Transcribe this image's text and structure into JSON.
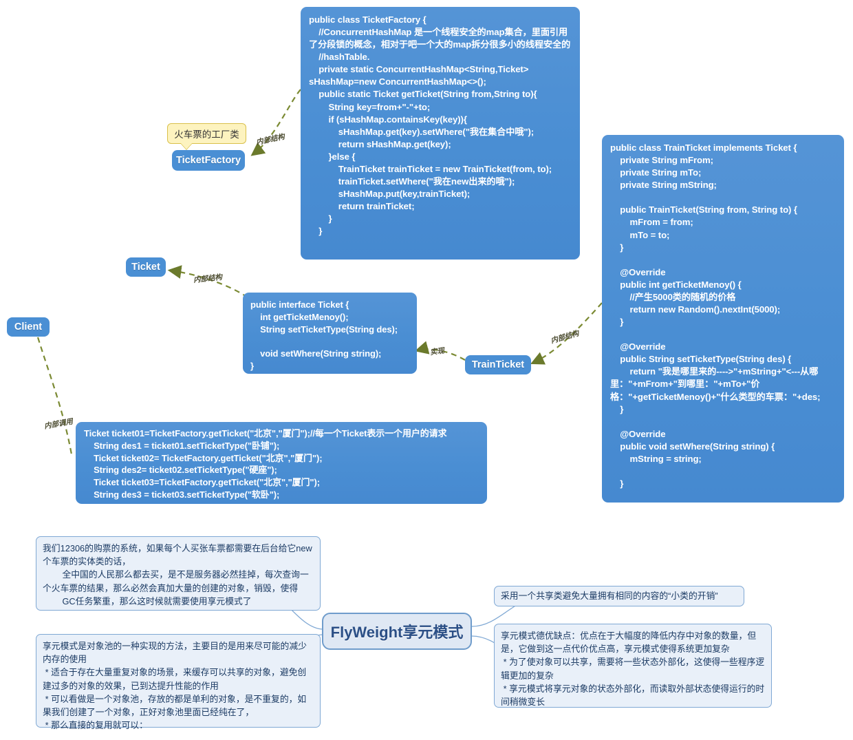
{
  "diagram": {
    "title": "FlyWeight享元模式",
    "colors": {
      "code_panel": "#4a8fd4",
      "node_pill": "#4a8fd4",
      "callout": "#fdf3bf",
      "callout_border": "#d9c04a",
      "note_bg": "#e9f0f9",
      "note_border": "#7fa8d4",
      "edge_line": "#7b8a33",
      "mind_line": "#7fa8d4",
      "topic_bg": "#dfe8f4",
      "topic_text": "#2b4f86"
    }
  },
  "callout": {
    "ticket_factory": "火车票的工厂类"
  },
  "nodes": {
    "ticket_factory": "TicketFactory",
    "ticket": "Ticket",
    "client": "Client",
    "train_ticket": "TrainTicket"
  },
  "edge_labels": {
    "factory_internal": "内部结构",
    "ticket_internal": "内部结构",
    "trainticket_internal": "内部结构",
    "implements": "实现",
    "client_invoke": "内部调用"
  },
  "code": {
    "ticket_factory": "public class TicketFactory {\n    //ConcurrentHashMap 是一个线程安全的map集合，里面引用了分段锁的概念，相对于吧一个大的map拆分很多小的线程安全的\n    //hashTable.\n    private static ConcurrentHashMap<String,Ticket> sHashMap=new ConcurrentHashMap<>();\n    public static Ticket getTicket(String from,String to){\n        String key=from+\"-\"+to;\n        if (sHashMap.containsKey(key)){\n            sHashMap.get(key).setWhere(\"我在集合中哦\");\n            return sHashMap.get(key);\n        }else {\n            TrainTicket trainTicket = new TrainTicket(from, to);\n            trainTicket.setWhere(\"我在new出来的哦\");\n            sHashMap.put(key,trainTicket);\n            return trainTicket;\n        }\n    }",
    "ticket_interface": "public interface Ticket {\n    int getTicketMenoy();\n    String setTicketType(String des);\n\n    void setWhere(String string);\n}",
    "train_ticket": "public class TrainTicket implements Ticket {\n    private String mFrom;\n    private String mTo;\n    private String mString;\n\n    public TrainTicket(String from, String to) {\n        mFrom = from;\n        mTo = to;\n    }\n\n    @Override\n    public int getTicketMenoy() {\n        //产生5000类的随机的价格\n        return new Random().nextInt(5000);\n    }\n\n    @Override\n    public String setTicketType(String des) {\n        return \"我是哪里来的---->\"+mString+\"<---从哪里：\"+mFrom+\"到哪里：\"+mTo+\"价格：\"+getTicketMenoy()+\"什么类型的车票：\"+des;\n    }\n\n    @Override\n    public void setWhere(String string) {\n        mString = string;\n\n    }",
    "client_usage": "Ticket ticket01=TicketFactory.getTicket(\"北京\",\"厦门\");//每一个Ticket表示一个用户的请求\n    String des1 = ticket01.setTicketType(\"卧铺\");\n    Ticket ticket02= TicketFactory.getTicket(\"北京\",\"厦门\");\n    String des2= ticket02.setTicketType(\"硬座\");\n    Ticket ticket03=TicketFactory.getTicket(\"北京\",\"厦门\");\n    String des3 = ticket03.setTicketType(\"软卧\");"
  },
  "notes": {
    "scenario": "我们12306的购票的系统，如果每个人买张车票都需要在后台给它new个车票的实体类的话，\n        全中国的人民那么都去买，是不是服务器必然挂掉，每次查询一个火车票的结果，那么必然会真加大量的创建的对象，销毁，使得\n        GC任务繁重，那么这时候就需要使用享元模式了",
    "definition": "享元模式是对象池的一种实现的方法，主要目的是用来尽可能的减少内存的使用\n * 适合于存在大量重复对象的场景，来缓存可以共享的对象，避免创建过多的对象的效果，已到达提升性能的作用\n * 可以看做是一个对象池，存放的都是单利的对象，是不重复的，如果我们创建了一个对象，正好对象池里面已经纯在了，\n * 那么直接的复用就可以：",
    "purpose": "采用一个共享类避免大量拥有相同的内容的“小类的开销”",
    "pros_cons": "享元模式德优缺点：优点在于大幅度的降低内存中对象的数量，但是，它做到这一点代价优点高，享元模式使得系统更加复杂\n * 为了使对象可以共享，需要将一些状态外部化，这使得一些程序逻辑更加的复杂\n * 享元模式将享元对象的状态外部化，而读取外部状态使得运行的时间稍微变长"
  }
}
